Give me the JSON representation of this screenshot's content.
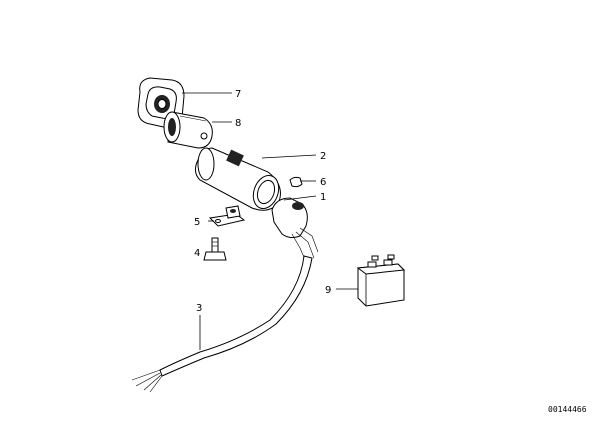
{
  "callouts": [
    {
      "id": "1",
      "text": "1"
    },
    {
      "id": "2",
      "text": "2"
    },
    {
      "id": "3",
      "text": "3"
    },
    {
      "id": "4",
      "text": "4"
    },
    {
      "id": "5",
      "text": "5"
    },
    {
      "id": "6",
      "text": "6"
    },
    {
      "id": "7",
      "text": "7"
    },
    {
      "id": "8",
      "text": "8"
    },
    {
      "id": "9",
      "text": "9"
    }
  ],
  "document_number": "00144466"
}
